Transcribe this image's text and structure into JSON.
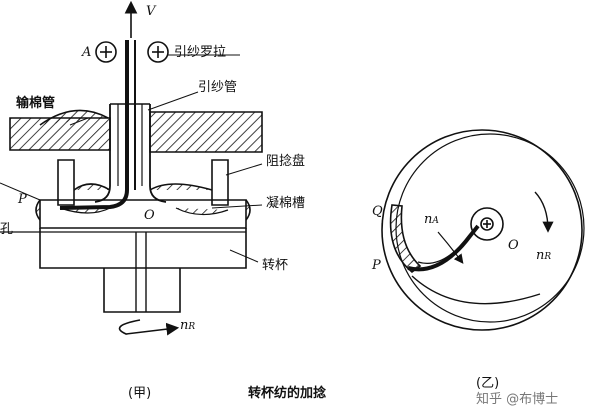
{
  "left": {
    "velocity_label": "V",
    "roller_label": "A",
    "roller_text": "引纱罗拉",
    "feed_tube_text": "输棉管",
    "draw_tube_text": "引纱管",
    "twist_disc_text": "阻捻盘",
    "groove_text": "凝棉槽",
    "hole_text": "孔",
    "p_label": "P",
    "o_label": "O",
    "rotor_text": "转杯",
    "speed_main": "n",
    "speed_sub": "R",
    "caption": "(甲)"
  },
  "right": {
    "q_label": "Q",
    "p_label": "P",
    "o_label": "O",
    "na_main": "n",
    "na_sub": "A",
    "nr_main": "n",
    "nr_sub": "R",
    "caption": "(乙)"
  },
  "figure_title": "转杯纺的加捻",
  "watermark": "知乎 @布博士",
  "colors": {
    "ink": "#111111",
    "watermark": "#777777"
  }
}
